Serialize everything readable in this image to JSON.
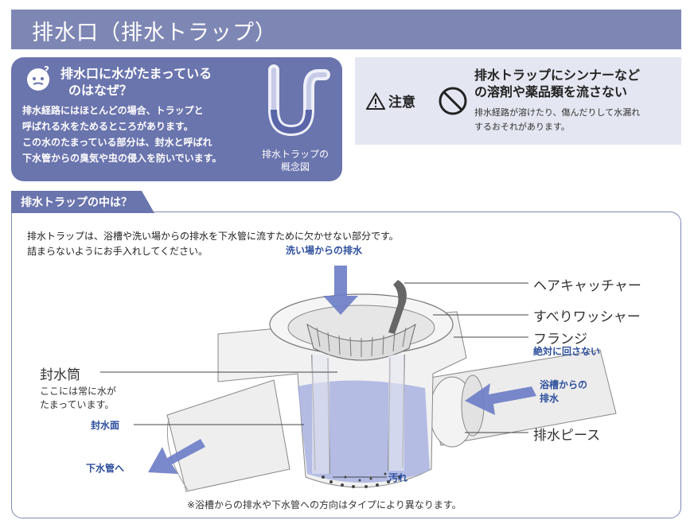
{
  "title": "排水口（排水トラップ）",
  "info": {
    "heading_line1": "排水口に水がたまっている",
    "heading_line2": "のはなぜ？",
    "body_lines": [
      "排水経路にはほとんどの場合、トラップと",
      "呼ばれる水をためるところがあります。",
      "この水のたまっている部分は、封水と呼ばれ",
      "下水管からの臭気や虫の侵入を防いでいます。"
    ],
    "figure_caption_line1": "排水トラップの",
    "figure_caption_line2": "概念図"
  },
  "caution": {
    "label": "注意",
    "heading_line1": "排水トラップにシンナーなど",
    "heading_line2": "の溶剤や薬品類を流さない",
    "body_line1": "排水経路が溶けたり、傷んだりして水漏れ",
    "body_line2": "するおそれがあります。"
  },
  "section": {
    "tab_title": "排水トラップの中は？",
    "intro_line1": "排水トラップは、浴槽や洗い場からの排水を下水管に流すために欠かせない部分です。",
    "intro_line2": "詰まらないようにお手入れしてください。"
  },
  "diagram": {
    "wash_area_flow": "洗い場からの排水",
    "hair_catcher": "ヘアキャッチャー",
    "slip_washer": "すべりワッシャー",
    "flange": "フランジ",
    "flange_note": "絶対に回さない",
    "bathtub_flow_line1": "浴槽からの",
    "bathtub_flow_line2": "排水",
    "drain_piece": "排水ピース",
    "seal_tube": "封水筒",
    "seal_tube_note_line1": "ここには常に水が",
    "seal_tube_note_line2": "たまっています。",
    "seal_surface": "封水面",
    "to_sewer": "下水管へ",
    "dirt": "汚れ"
  },
  "footnote": "※浴槽からの排水や下水管への方向はタイプにより異なります。",
  "colors": {
    "title_bar": "#7e87b4",
    "info_box": "#6a74ad",
    "caution_box": "#e4e6f1",
    "accent_blue": "#2d4f9d"
  }
}
